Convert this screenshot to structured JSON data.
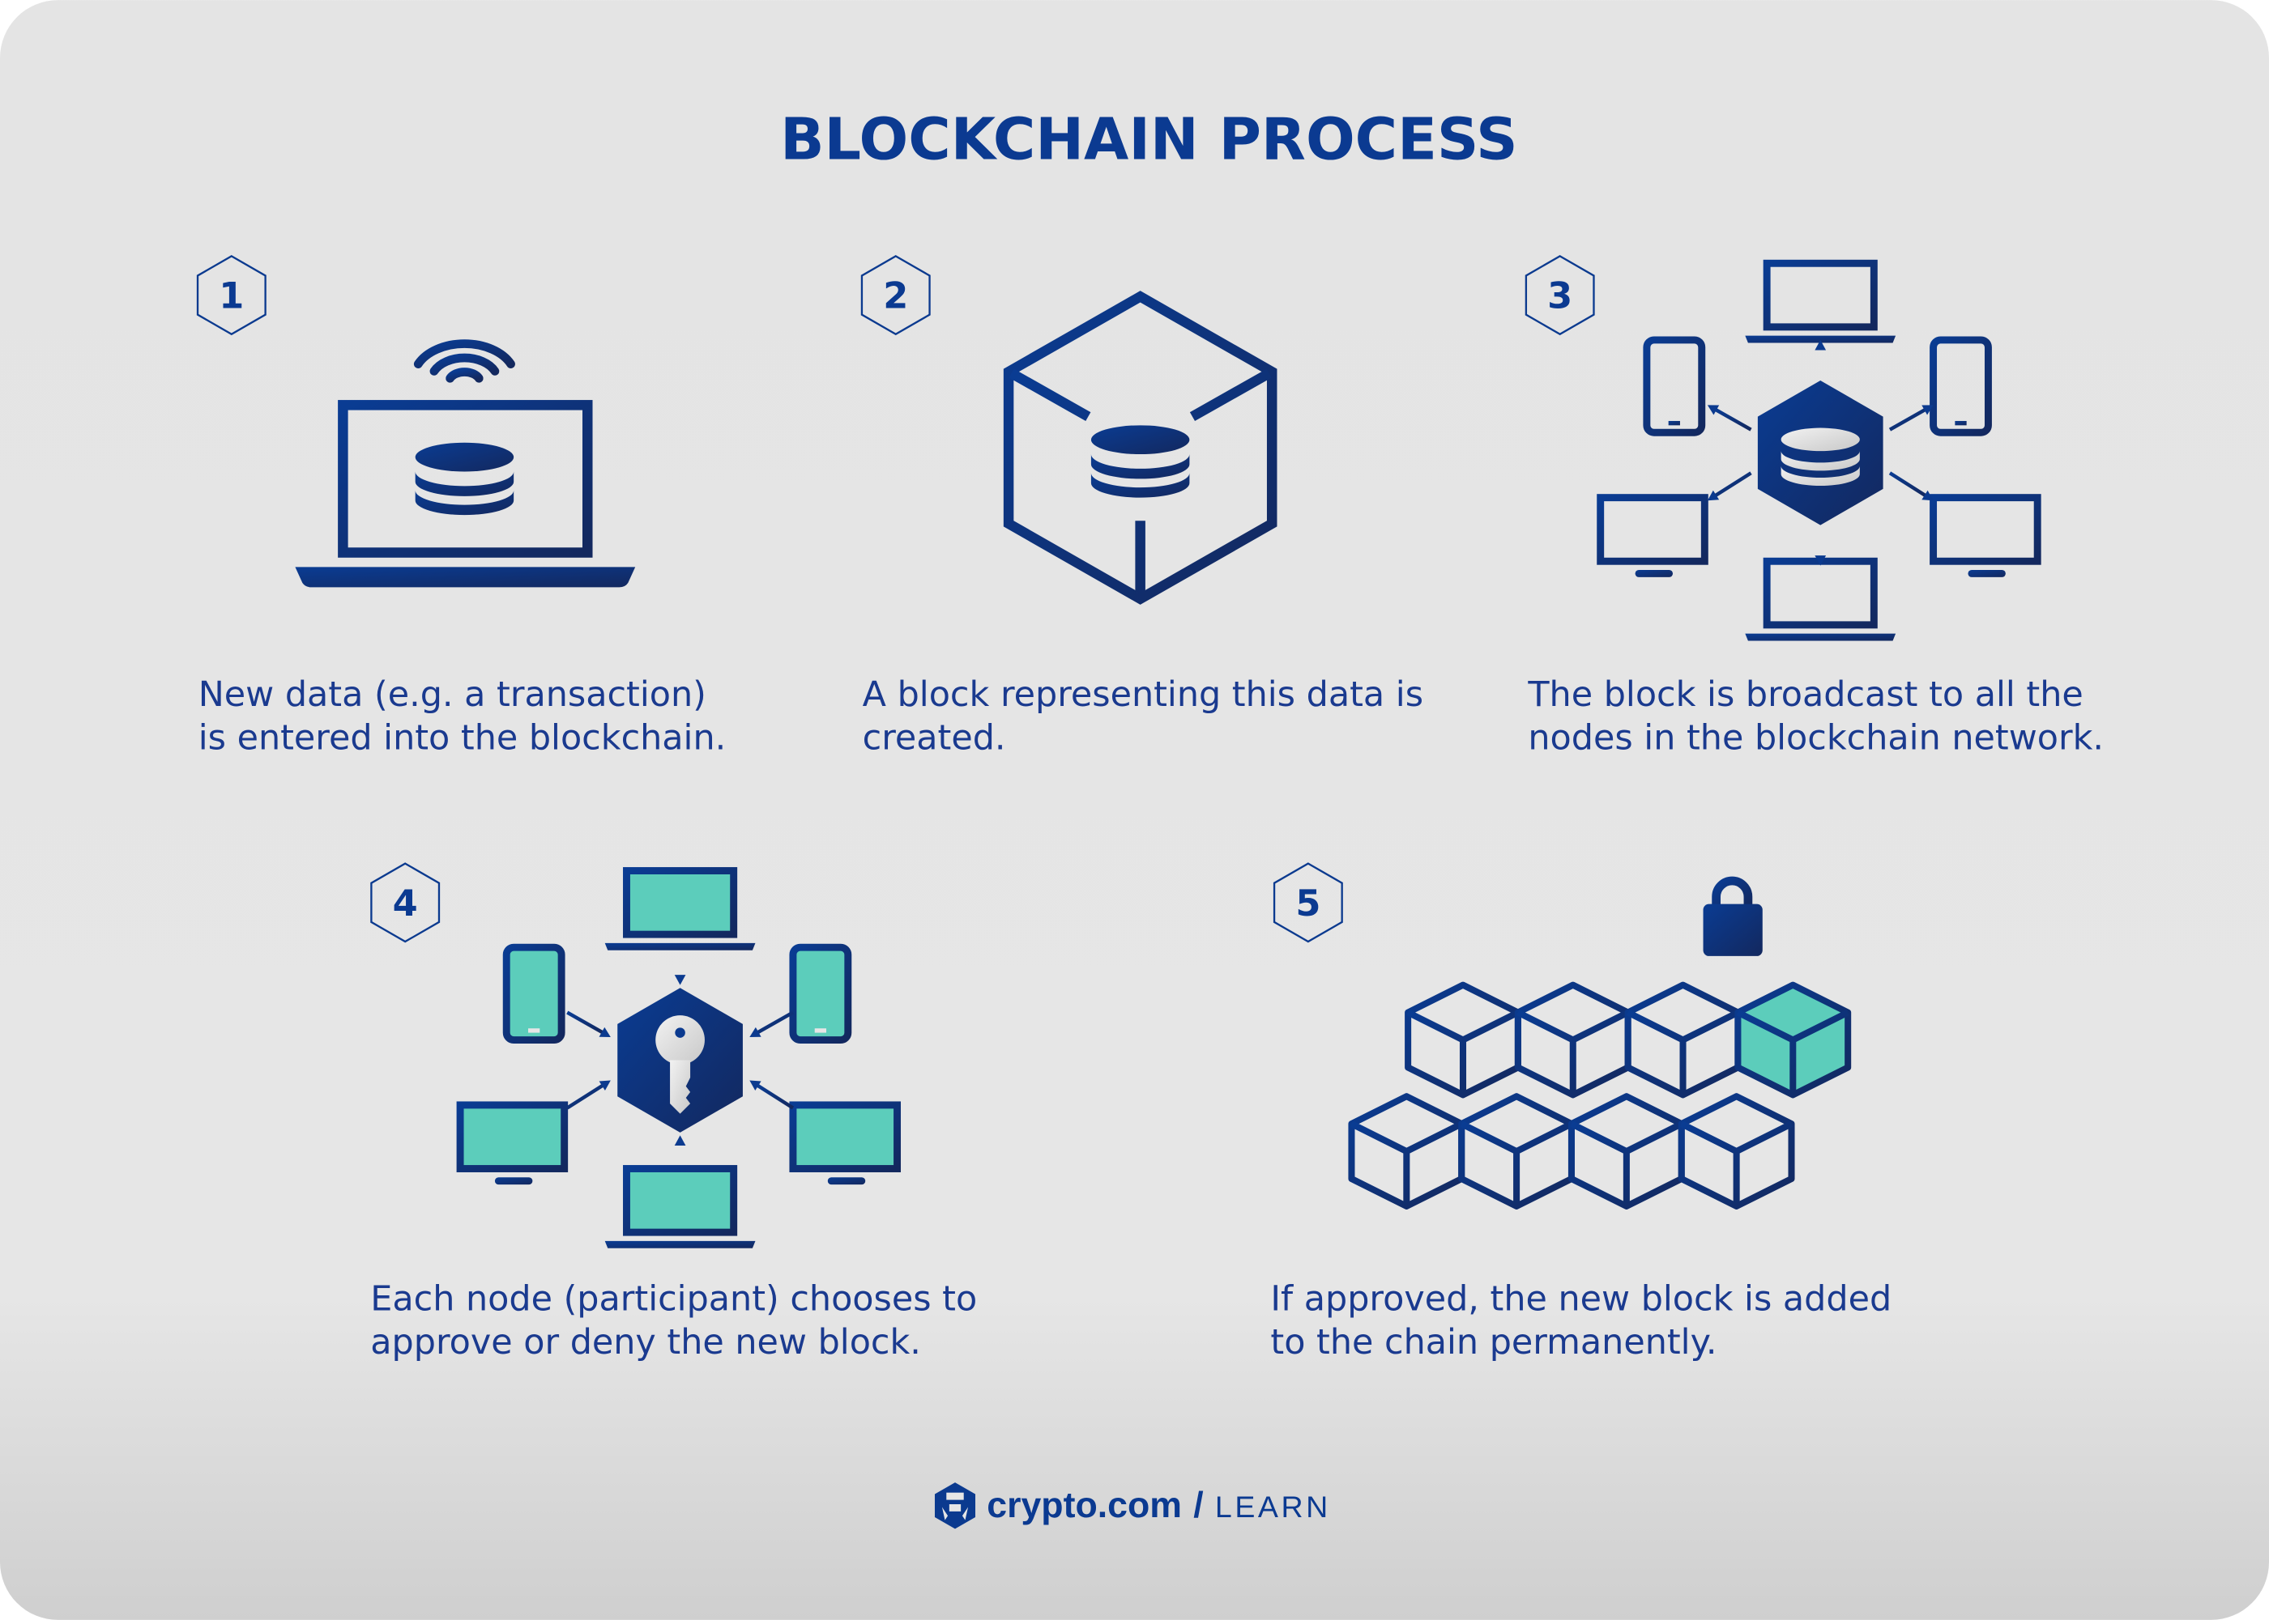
{
  "title": "BLOCKCHAIN PROCESS",
  "steps": [
    {
      "number": "1",
      "line1": "New data (e.g. a transaction)",
      "line2": "is entered into the blockchain."
    },
    {
      "number": "2",
      "line1": "A block representing this data is",
      "line2": "created."
    },
    {
      "number": "3",
      "line1": "The block is broadcast to all the",
      "line2": "nodes in the blockchain network."
    },
    {
      "number": "4",
      "line1": "Each node (participant) chooses to",
      "line2": "approve or deny the new block."
    },
    {
      "number": "5",
      "line1": "If approved, the new block is added",
      "line2": "to the chain permanently."
    }
  ],
  "footer": {
    "brand": "crypto.com",
    "separator": "/",
    "section": "LEARN"
  },
  "colors": {
    "navy": "#0b3a8f",
    "navy_dark": "#102a66",
    "teal": "#5ccdbb",
    "background": "#e6e6e6"
  }
}
